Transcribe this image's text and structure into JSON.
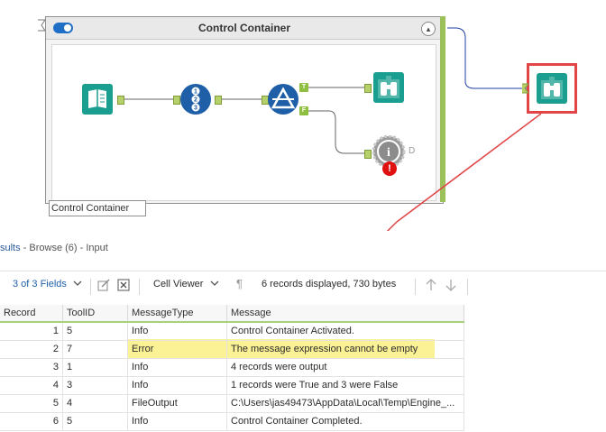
{
  "canvas": {
    "container_title": "Control Container",
    "container_label": "Control Container",
    "collapse_glyph": "▴",
    "badges": {
      "true": "T",
      "false": "F"
    },
    "serial_numbers": [
      "1",
      "2",
      "3"
    ],
    "info_letter": "i",
    "error_glyph": "!",
    "disabled_marker": "D",
    "colors": {
      "tool_teal": "#1a9e8f",
      "tool_blue": "#1f5fa8",
      "anchor_green": "#9cc05a",
      "highlight_red": "#e24545",
      "connection_blue": "#1e3ea0"
    },
    "icons": [
      "toggle-switch-icon",
      "input-data-icon",
      "record-id-icon",
      "filter-icon",
      "browse-icon",
      "message-icon",
      "error-icon",
      "browse-icon-external"
    ]
  },
  "results": {
    "title_prefix": "sults",
    "title_suffix": " - Browse (6) - Input"
  },
  "toolbar": {
    "fields_label": "3 of 3 Fields",
    "viewer_label": "Cell Viewer",
    "pilcrow": "¶",
    "records_text": "6 records displayed, 730 bytes"
  },
  "grid": {
    "headers": [
      "Record",
      "ToolID",
      "MessageType",
      "Message"
    ],
    "rows": [
      [
        "1",
        "5",
        "Info",
        "Control Container Activated."
      ],
      [
        "2",
        "7",
        "Error",
        "The message expression cannot be empty"
      ],
      [
        "3",
        "1",
        "Info",
        "4 records were output"
      ],
      [
        "4",
        "3",
        "Info",
        "1 records were True and 3 were False"
      ],
      [
        "5",
        "4",
        "FileOutput",
        "C:\\Users\\jas49473\\AppData\\Local\\Temp\\Engine_..."
      ],
      [
        "6",
        "5",
        "Info",
        "Control Container Completed."
      ]
    ],
    "highlight_color": "#fbf08a"
  }
}
